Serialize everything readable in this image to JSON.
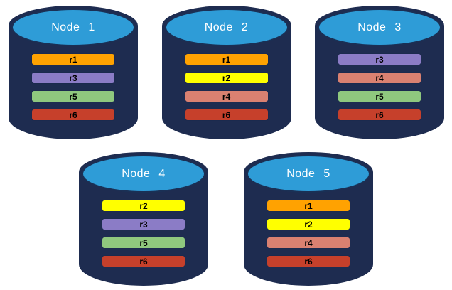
{
  "colors": {
    "background": "#FFFFFF",
    "cylinder-body": "#1E2C50",
    "cylinder-top": "#2E9CD7",
    "cylinder-outline": "#1A3055",
    "bar-border": "#1B2A4E",
    "bar-text": "#000000",
    "title-text": "#FFFFFF",
    "replica-orange": "#FFA201",
    "replica-yellow": "#FFFF00",
    "replica-purple": "#8B7CC6",
    "replica-salmon": "#DA8171",
    "replica-green": "#8FC87E",
    "replica-red": "#C6402B"
  },
  "nodes": [
    {
      "title": "Node 1",
      "replicas": [
        {
          "label": "r1",
          "color": "#FFA201"
        },
        {
          "label": "r3",
          "color": "#8B7CC6"
        },
        {
          "label": "r5",
          "color": "#8FC87E"
        },
        {
          "label": "r6",
          "color": "#C6402B"
        }
      ]
    },
    {
      "title": "Node 2",
      "replicas": [
        {
          "label": "r1",
          "color": "#FFA201"
        },
        {
          "label": "r2",
          "color": "#FFFF00"
        },
        {
          "label": "r4",
          "color": "#DA8171"
        },
        {
          "label": "r6",
          "color": "#C6402B"
        }
      ]
    },
    {
      "title": "Node 3",
      "replicas": [
        {
          "label": "r3",
          "color": "#8B7CC6"
        },
        {
          "label": "r4",
          "color": "#DA8171"
        },
        {
          "label": "r5",
          "color": "#8FC87E"
        },
        {
          "label": "r6",
          "color": "#C6402B"
        }
      ]
    },
    {
      "title": "Node 4",
      "replicas": [
        {
          "label": "r2",
          "color": "#FFFF00"
        },
        {
          "label": "r3",
          "color": "#8B7CC6"
        },
        {
          "label": "r5",
          "color": "#8FC87E"
        },
        {
          "label": "r6",
          "color": "#C6402B"
        }
      ]
    },
    {
      "title": "Node 5",
      "replicas": [
        {
          "label": "r1",
          "color": "#FFA201"
        },
        {
          "label": "r2",
          "color": "#FFFF00"
        },
        {
          "label": "r4",
          "color": "#DA8171"
        },
        {
          "label": "r6",
          "color": "#C6402B"
        }
      ]
    }
  ]
}
